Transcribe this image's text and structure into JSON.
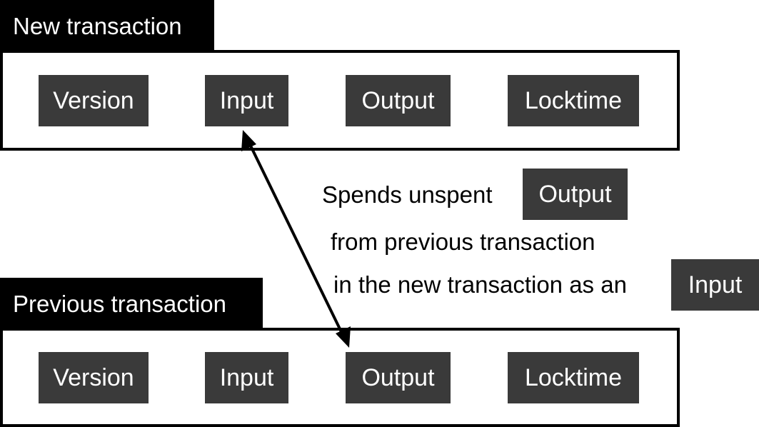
{
  "new_transaction": {
    "title": "New transaction",
    "fields": [
      "Version",
      "Input",
      "Output",
      "Locktime"
    ]
  },
  "previous_transaction": {
    "title": "Previous transaction",
    "fields": [
      "Version",
      "Input",
      "Output",
      "Locktime"
    ]
  },
  "annotation": {
    "line1_text": "Spends unspent",
    "line1_chip": "Output",
    "line2_text": "from previous transaction",
    "line3_text": "in the new transaction as an",
    "line3_chip": "Input"
  },
  "colors": {
    "field_background": "#3a3a3a",
    "title_background": "#000000",
    "text_light": "#ffffff",
    "border": "#000000"
  }
}
